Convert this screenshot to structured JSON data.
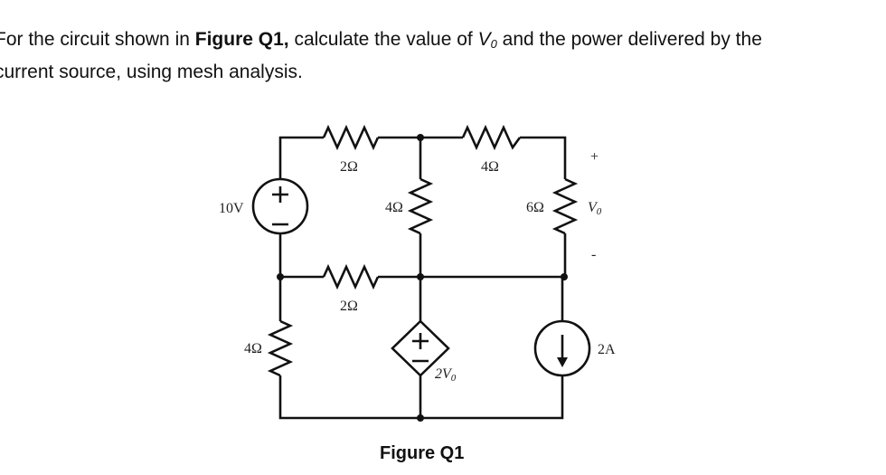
{
  "question": {
    "prefix": "For the circuit shown in ",
    "figure_ref": "Figure Q1,",
    "middle": " calculate the value of ",
    "var_main": "V",
    "var_sub": "0",
    "suffix_line1": " and the power delivered by the",
    "line2": "current source, using mesh analysis."
  },
  "circuit": {
    "voltage_source": {
      "label": "10V",
      "plus": "+",
      "minus": "−"
    },
    "resistors": {
      "top_left": "2Ω",
      "top_right": "4Ω",
      "middle_vertical": "4Ω",
      "right_vertical": "6Ω",
      "middle_horizontal": "2Ω",
      "bottom_left": "4Ω"
    },
    "vo_marker": {
      "plus": "+",
      "label_main": "V",
      "label_sub": "0",
      "minus": "-"
    },
    "dependent_source": {
      "plus": "+",
      "minus": "−",
      "gain": "2",
      "label_main": "V",
      "label_sub": "0"
    },
    "current_source": {
      "label": "2A"
    }
  },
  "caption": "Figure Q1"
}
